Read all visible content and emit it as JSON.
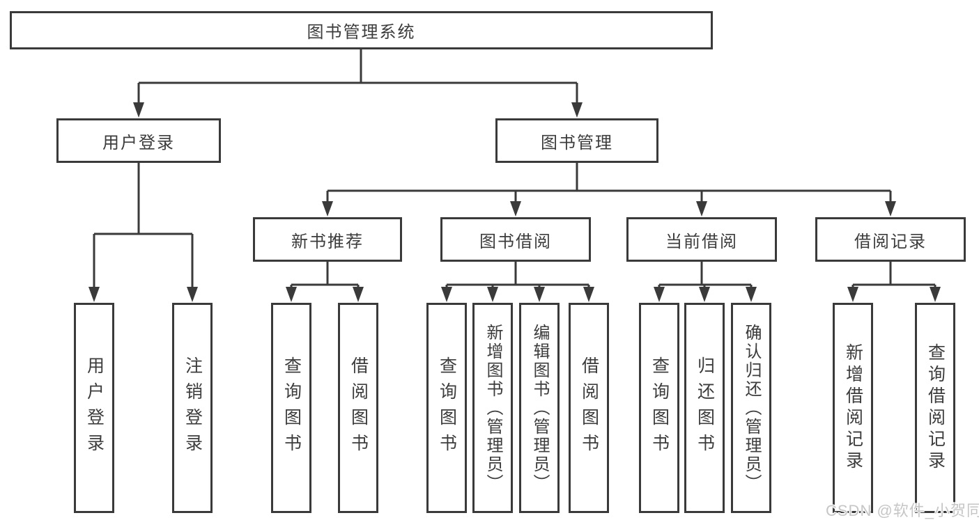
{
  "tree": {
    "label": "图书管理系统",
    "children": [
      {
        "label": "用户登录",
        "children": [
          {
            "label": "用户登录"
          },
          {
            "label": "注销登录"
          }
        ]
      },
      {
        "label": "图书管理",
        "children": [
          {
            "label": "新书推荐",
            "children": [
              {
                "label": "查询图书"
              },
              {
                "label": "借阅图书"
              }
            ]
          },
          {
            "label": "图书借阅",
            "children": [
              {
                "label": "查询图书"
              },
              {
                "label": "新增图书（管理员）"
              },
              {
                "label": "编辑图书（管理员）"
              },
              {
                "label": "借阅图书"
              }
            ]
          },
          {
            "label": "当前借阅",
            "children": [
              {
                "label": "查询图书"
              },
              {
                "label": "归还图书"
              },
              {
                "label": "确认归还（管理员）"
              }
            ]
          },
          {
            "label": "借阅记录",
            "children": [
              {
                "label": "新增借阅记录"
              },
              {
                "label": "查询借阅记录"
              }
            ]
          }
        ]
      }
    ]
  },
  "watermark": "CSDN @软件_小贺同学",
  "colors": {
    "line": "#3a3a3a",
    "text": "#3c3c3c",
    "background": "#ffffff",
    "watermark": "#c6c6c6"
  }
}
